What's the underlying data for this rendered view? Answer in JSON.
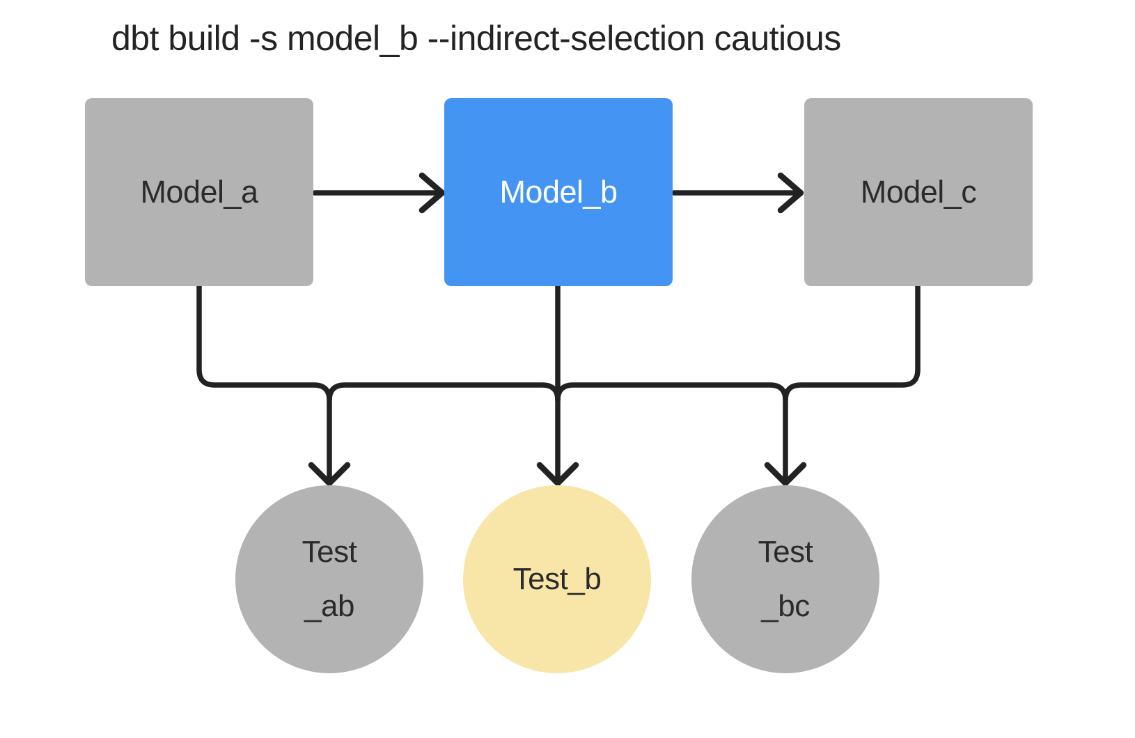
{
  "title": "dbt build -s model_b --indirect-selection cautious",
  "colors": {
    "background": "#FFFFFF",
    "edge": "#222222",
    "model_default": "#B3B3B3",
    "model_selected": "#4495F3",
    "test_default": "#B3B3B3",
    "test_indirect_selected": "#F8E6A8",
    "text_dark": "#2B2B2B",
    "text_light": "#FFFFFF"
  },
  "nodes": {
    "model_a": {
      "label": "Model_a",
      "type": "model",
      "selected": false
    },
    "model_b": {
      "label": "Model_b",
      "type": "model",
      "selected": true
    },
    "model_c": {
      "label": "Model_c",
      "type": "model",
      "selected": false
    },
    "test_ab": {
      "label_line1": "Test",
      "label_line2": "_ab",
      "type": "test",
      "selected": false
    },
    "test_b": {
      "label_line1": "Test_b",
      "type": "test",
      "selected": true
    },
    "test_bc": {
      "label_line1": "Test",
      "label_line2": "_bc",
      "type": "test",
      "selected": false
    }
  },
  "edges": [
    {
      "from": "model_a",
      "to": "model_b"
    },
    {
      "from": "model_b",
      "to": "model_c"
    },
    {
      "from": "model_a",
      "to": "test_ab"
    },
    {
      "from": "model_b",
      "to": "test_ab"
    },
    {
      "from": "model_b",
      "to": "test_b"
    },
    {
      "from": "model_b",
      "to": "test_bc"
    },
    {
      "from": "model_c",
      "to": "test_bc"
    }
  ]
}
